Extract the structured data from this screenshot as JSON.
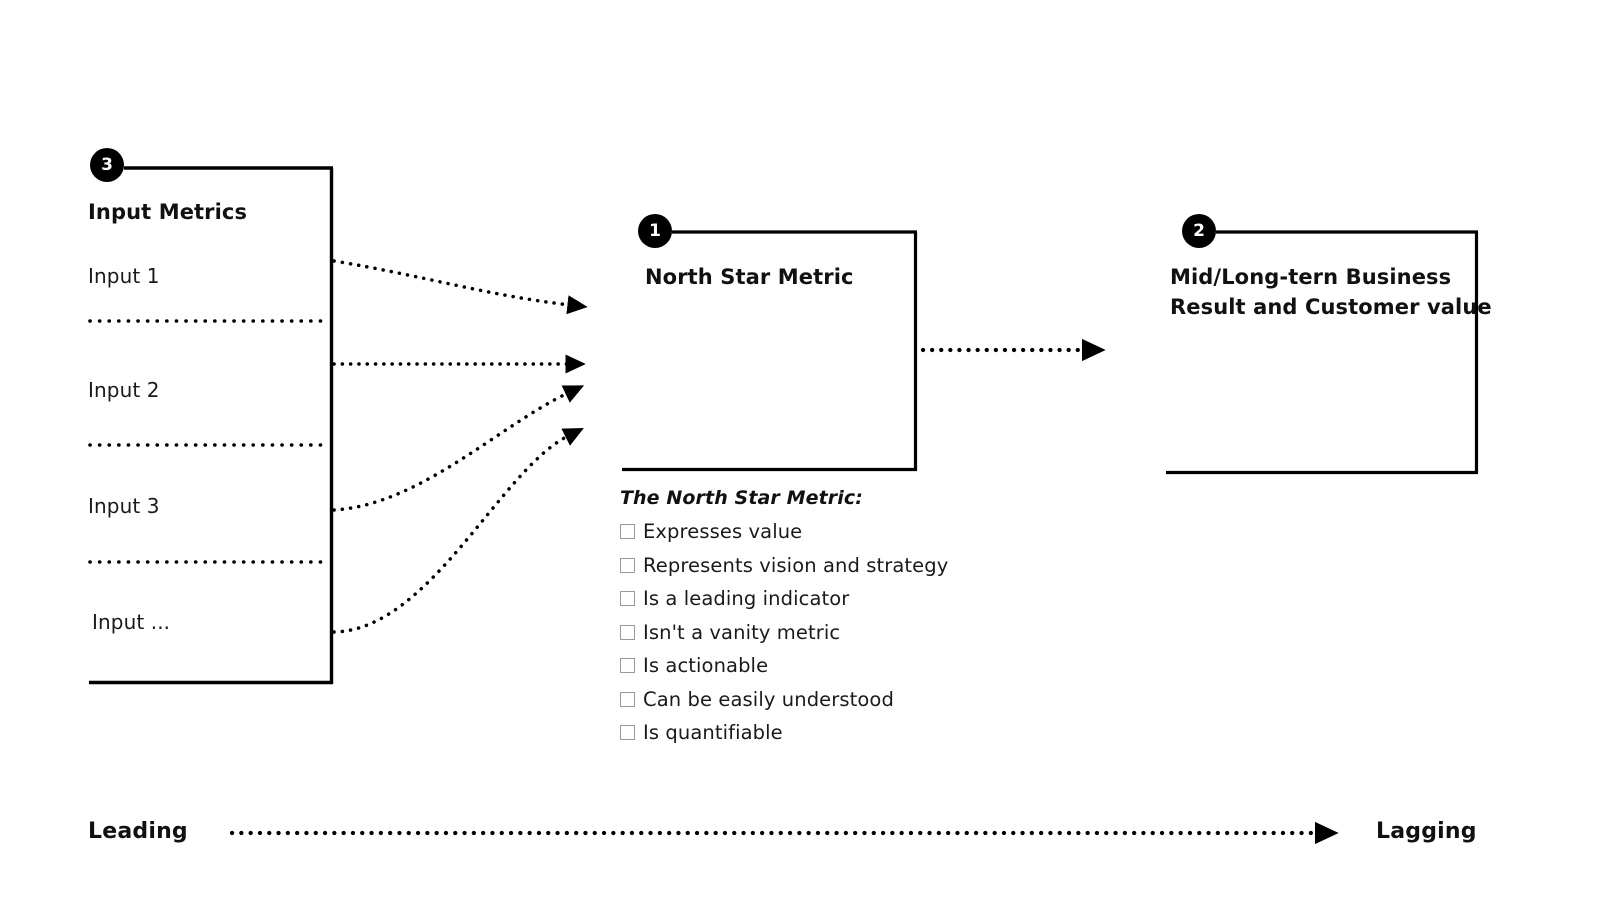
{
  "diagram": {
    "title": "North Star Metric Framework",
    "accent_color": "#000000",
    "background_color": "#ffffff",
    "text_color": "#111111",
    "checkbox_border_color": "#9a9a9a"
  },
  "input_metrics_panel": {
    "badge": "3",
    "title": "Input Metrics",
    "items": [
      {
        "label": "Input 1"
      },
      {
        "label": "Input 2"
      },
      {
        "label": "Input 3"
      },
      {
        "label": "Input ..."
      }
    ]
  },
  "north_star_panel": {
    "badge": "1",
    "title": "North Star Metric"
  },
  "checklist": {
    "title": "The North Star Metric:",
    "items": [
      {
        "label": "Expresses value",
        "checked": false
      },
      {
        "label": "Represents vision and strategy",
        "checked": false
      },
      {
        "label": "Is a leading indicator",
        "checked": false
      },
      {
        "label": "Isn't a vanity metric",
        "checked": false
      },
      {
        "label": "Is actionable",
        "checked": false
      },
      {
        "label": "Can be easily understood",
        "checked": false
      },
      {
        "label": "Is quantifiable",
        "checked": false
      }
    ]
  },
  "business_result_panel": {
    "badge": "2",
    "title": "Mid/Long-tern Business\nResult and Customer value"
  },
  "axis": {
    "left_label": "Leading",
    "right_label": "Lagging"
  }
}
